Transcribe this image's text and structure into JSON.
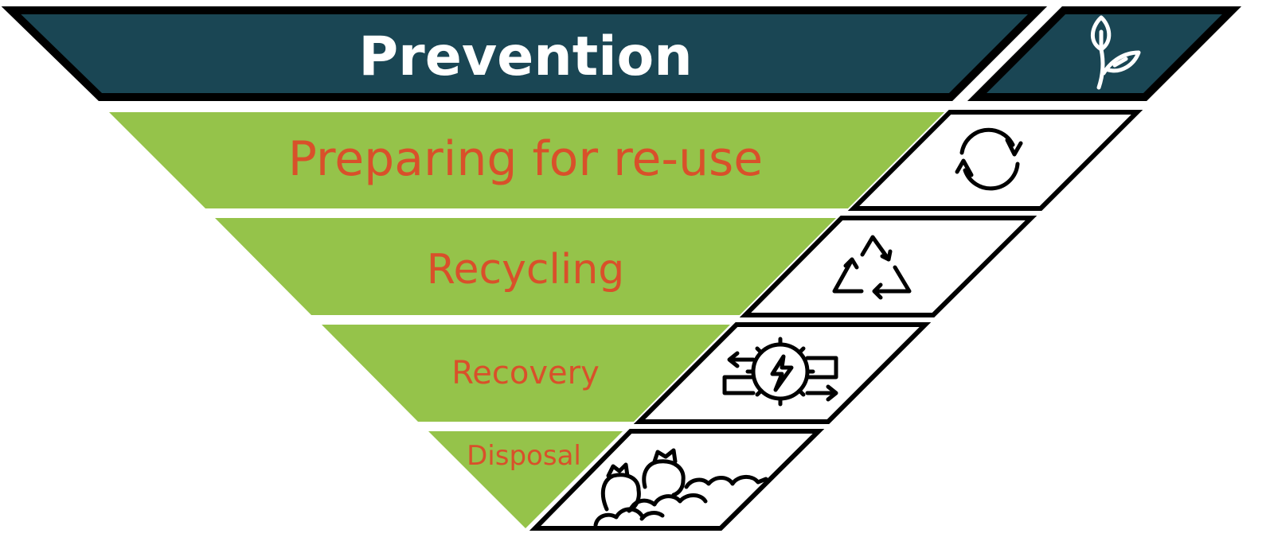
{
  "colors": {
    "prevention_fill": "#1a4654",
    "tier_fill": "#95c34a",
    "outline": "#000000",
    "prevention_text": "#ffffff",
    "tier_text": "#d9502a",
    "icon_stroke": "#000000",
    "leaf_stroke": "#ffffff"
  },
  "tiers": [
    {
      "label": "Prevention",
      "icon": "leaf-sprout-icon"
    },
    {
      "label": "Preparing for re-use",
      "icon": "refresh-cycle-icon"
    },
    {
      "label": "Recycling",
      "icon": "recycle-triangle-icon"
    },
    {
      "label": "Recovery",
      "icon": "energy-gear-icon"
    },
    {
      "label": "Disposal",
      "icon": "landfill-waste-bags-icon"
    }
  ]
}
